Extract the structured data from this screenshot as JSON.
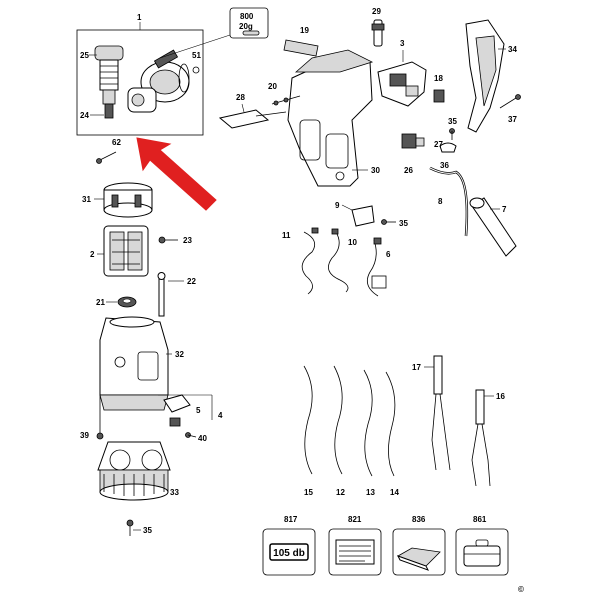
{
  "labels": {
    "n1": "1",
    "n800": "800",
    "n800w": "20g",
    "n25": "25",
    "n51": "51",
    "n24": "24",
    "n62": "62",
    "n31": "31",
    "n2": "2",
    "n23": "23",
    "n22": "22",
    "n21": "21",
    "n32": "32",
    "n5": "5",
    "n4": "4",
    "n39": "39",
    "n40": "40",
    "n33": "33",
    "n35a": "35",
    "n19": "19",
    "n29": "29",
    "n3": "3",
    "n34": "34",
    "n20": "20",
    "n28": "28",
    "n18": "18",
    "n37": "37",
    "n35b": "35",
    "n36": "36",
    "n26": "26",
    "n27": "27",
    "n30": "30",
    "n8": "8",
    "n7": "7",
    "n9": "9",
    "n35c": "35",
    "n11": "11",
    "n10": "10",
    "n6": "6",
    "n17": "17",
    "n16": "16",
    "n15": "15",
    "n12": "12",
    "n13": "13",
    "n14": "14",
    "n817": "817",
    "n821": "821",
    "n836": "836",
    "n861": "861",
    "kit817_text": "105 db",
    "copyright": "©"
  },
  "colors": {
    "arrow": "#e02020",
    "line": "#000000"
  }
}
